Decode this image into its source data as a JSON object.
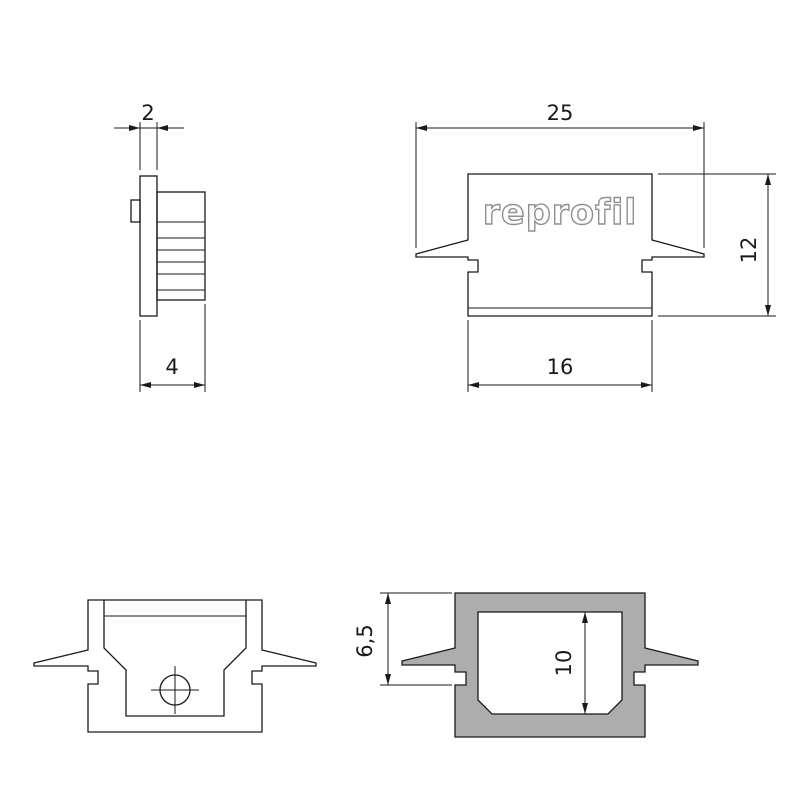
{
  "drawing": {
    "front_view": {
      "logo": "reprofil",
      "dim_total_width": "25",
      "dim_height": "12",
      "dim_body_width": "16"
    },
    "side_view": {
      "dim_width": "2",
      "dim_depth": "4"
    },
    "section_view": {
      "dim_flange_height": "6,5",
      "dim_inner_height": "10"
    }
  },
  "colors": {
    "background": "#ffffff",
    "line": "#1a1a1a",
    "fill_gray": "#adadad",
    "logo_gray": "#8f8f8f"
  }
}
